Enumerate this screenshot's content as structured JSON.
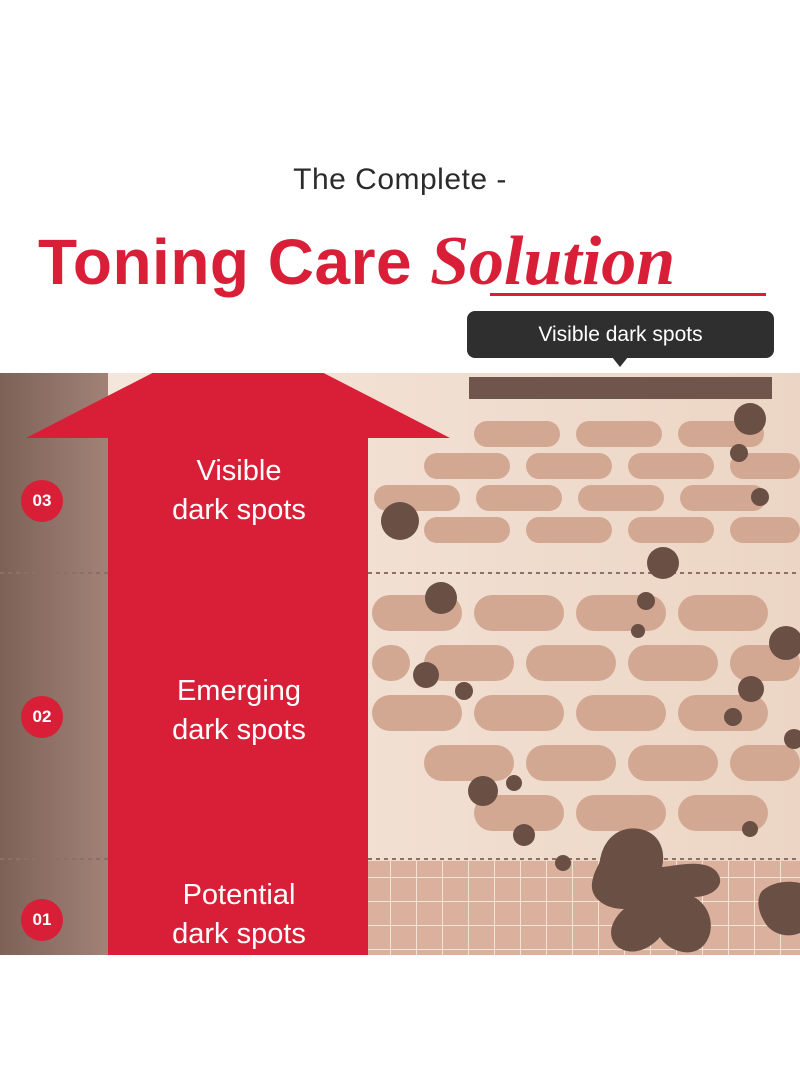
{
  "heading": {
    "subtitle": "The Complete -",
    "title_main": "Toning Care",
    "title_accent": "Solution"
  },
  "tooltip": {
    "text": "Visible dark spots"
  },
  "levels": [
    {
      "number": "03",
      "label_line1": "Visible",
      "label_line2": "dark spots"
    },
    {
      "number": "02",
      "label_line1": "Emerging",
      "label_line2": "dark spots"
    },
    {
      "number": "01",
      "label_line1": "Potential",
      "label_line2": "dark spots"
    }
  ],
  "colors": {
    "brand_red": "#d81f37",
    "dark_text": "#2b2b2b",
    "tooltip_bg": "#2f2f2f",
    "spot_brown": "#6a4f45",
    "skin_light": "#ecd6c6",
    "skin_cell": "#d3a893"
  },
  "icons": {
    "arrow": "up-arrow-icon",
    "spot": "dark-spot-icon"
  }
}
